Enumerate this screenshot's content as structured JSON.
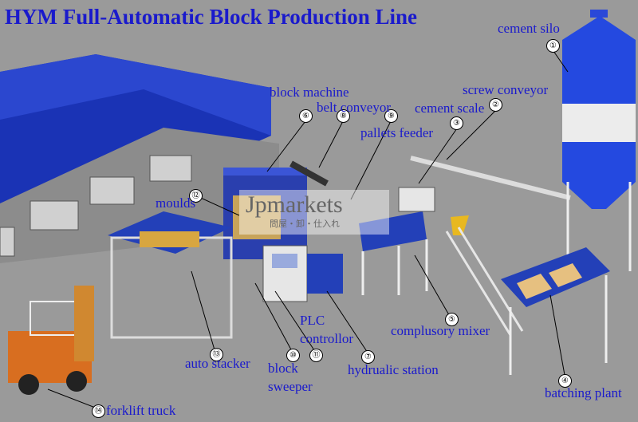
{
  "title": "HYM Full-Automatic Block Production Line",
  "watermark": {
    "main": "Jpmarkets",
    "sub": "問屋・卸・仕入れ"
  },
  "colors": {
    "background": "#9a9a9a",
    "label": "#1a1acc",
    "machine": "#2a3fae",
    "silo": "#1c3fd8",
    "frame": "#dddddd"
  },
  "components": [
    {
      "num": "①",
      "label": "cement silo"
    },
    {
      "num": "②",
      "label": "screw conveyor"
    },
    {
      "num": "③",
      "label": "cement scale"
    },
    {
      "num": "④",
      "label": "batching plant"
    },
    {
      "num": "⑤",
      "label": "complusory mixer"
    },
    {
      "num": "⑥",
      "label": "block machine"
    },
    {
      "num": "⑦",
      "label": "hydrualic station"
    },
    {
      "num": "⑧",
      "label": "belt conveyor"
    },
    {
      "num": "⑨",
      "label": "pallets feeder"
    },
    {
      "num": "⑩",
      "label": "block sweeper"
    },
    {
      "num": "⑪",
      "label": "PLC controllor"
    },
    {
      "num": "⑫",
      "label": "moulds"
    },
    {
      "num": "⑬",
      "label": "auto stacker"
    },
    {
      "num": "⑭",
      "label": "forklift truck"
    }
  ]
}
